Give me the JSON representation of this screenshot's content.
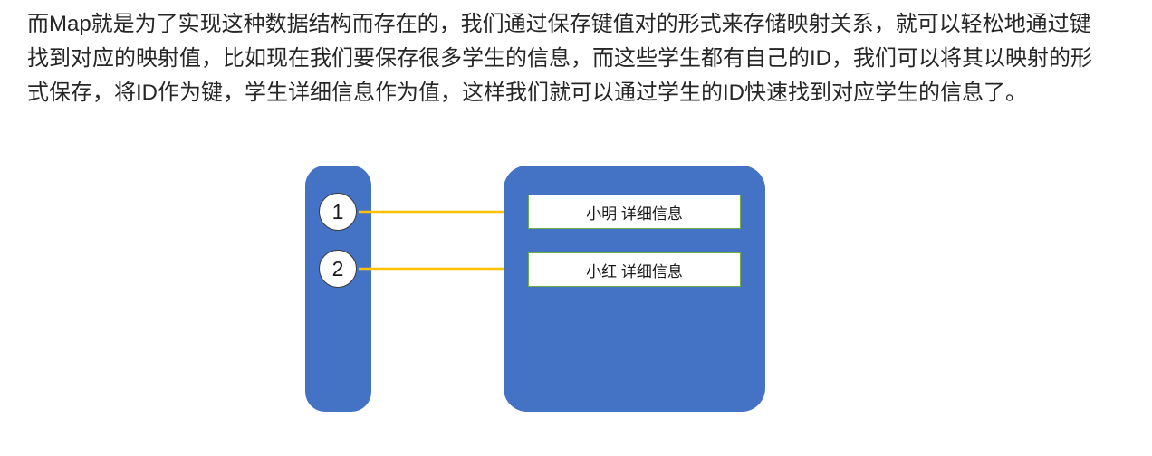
{
  "paragraph": {
    "lines": [
      "而Map就是为了实现这种数据结构而存在的，我们通过保存键值对的形式来存储映射关系，就可以轻松地通过键",
      "找到对应的映射值，比如现在我们要保存很多学生的信息，而这些学生都有自己的ID，我们可以将其以映射的形",
      "式保存，将ID作为键，学生详细信息作为值，这样我们就可以通过学生的ID快速找到对应学生的信息了。"
    ],
    "full_text": "而Map就是为了实现这种数据结构而存在的，我们通过保存键值对的形式来存储映射关系，就可以轻松地通过键找到对应的映射值，比如现在我们要保存很多学生的信息，而这些学生都有自己的ID，我们可以将其以映射的形式保存，将ID作为键，学生详细信息作为值，这样我们就可以通过学生的ID快速找到对应学生的信息了。"
  },
  "diagram": {
    "keys": [
      {
        "label": "1"
      },
      {
        "label": "2"
      }
    ],
    "values": [
      {
        "label": "小明 详细信息"
      },
      {
        "label": "小红 详细信息"
      }
    ]
  },
  "colors": {
    "text-color": "#262626",
    "shape-blue": "#4472C4",
    "value-border-green": "#70AD47",
    "arrow-orange": "#FFC000"
  }
}
